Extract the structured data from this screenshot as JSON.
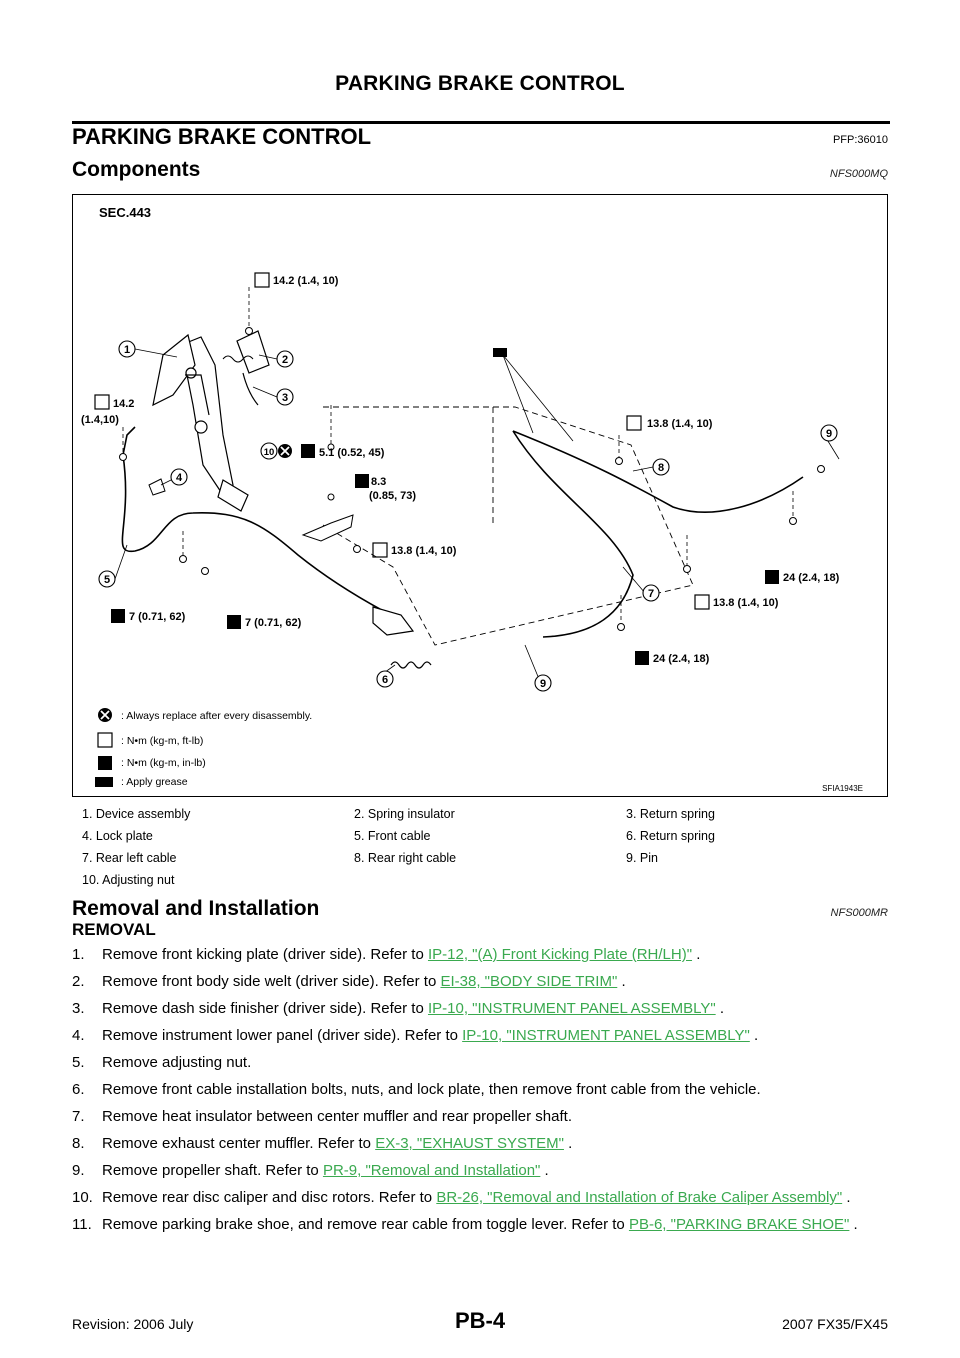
{
  "header": {
    "title": "PARKING BRAKE CONTROL"
  },
  "section": {
    "title": "PARKING BRAKE CONTROL",
    "pfp": "PFP:36010"
  },
  "components": {
    "title": "Components",
    "code": "NFS000MQ",
    "figure": {
      "sec": "SEC.443",
      "fig_id": "SFIA1943E",
      "torques": {
        "t1": "14.2 (1.4, 10)",
        "t2a": "14.2",
        "t2b": "(1.4,10)",
        "t3": "5.1 (0.52, 45)",
        "t4a": "8.3",
        "t4b": "(0.85, 73)",
        "t5": "13.8 (1.4, 10)",
        "t6": "7 (0.71, 62)",
        "t7": "7 (0.71, 62)",
        "t8": "13.8 (1.4, 10)",
        "t9": "24 (2.4, 18)",
        "t10": "13.8 (1.4, 10)",
        "t11": "24 (2.4, 18)"
      },
      "callouts": {
        "c1": "1",
        "c2": "2",
        "c3": "3",
        "c4": "4",
        "c5": "5",
        "c6": "6",
        "c7": "7",
        "c8": "8",
        "c9a": "9",
        "c9b": "9",
        "c10": "10"
      },
      "legend": {
        "replace": ": Always replace after every disassembly.",
        "nm_ftlb": ": N•m  (kg-m,  ft-lb)",
        "nm_inlb": ": N•m  (kg-m,  in-lb)",
        "grease": ": Apply grease"
      }
    },
    "parts": [
      [
        "1.    Device assembly",
        "2.    Spring insulator",
        "3.    Return spring"
      ],
      [
        "4.    Lock plate",
        "5.    Front cable",
        "6.    Return spring"
      ],
      [
        "7.    Rear left cable",
        "8.    Rear right cable",
        "9.    Pin"
      ],
      [
        "10.   Adjusting nut",
        "",
        ""
      ]
    ]
  },
  "removal": {
    "title": "Removal and Installation",
    "code": "NFS000MR",
    "subtitle": "REMOVAL",
    "steps": [
      {
        "num": "1.",
        "text": "Remove front kicking plate (driver side). Refer to ",
        "link": "IP-12, \"(A) Front Kicking Plate (RH/LH)\"",
        "after": " ."
      },
      {
        "num": "2.",
        "text": "Remove front body side welt (driver side). Refer to  ",
        "link": "EI-38, \"BODY SIDE TRIM\"",
        "after": " ."
      },
      {
        "num": "3.",
        "text": "Remove dash side finisher (driver side). Refer to ",
        "link": "IP-10, \"INSTRUMENT PANEL ASSEMBLY\"",
        "after": " ."
      },
      {
        "num": "4.",
        "text": "Remove instrument lower panel (driver side). Refer to ",
        "link": "IP-10, \"INSTRUMENT PANEL ASSEMBLY\"",
        "after": " ."
      },
      {
        "num": "5.",
        "text": "Remove adjusting nut.",
        "link": "",
        "after": ""
      },
      {
        "num": "6.",
        "text": "Remove front cable installation bolts, nuts, and lock plate, then remove front cable from the vehicle.",
        "link": "",
        "after": ""
      },
      {
        "num": "7.",
        "text": "Remove heat insulator between center muffler and rear propeller shaft.",
        "link": "",
        "after": ""
      },
      {
        "num": "8.",
        "text": "Remove exhaust center muffler. Refer to ",
        "link": "EX-3, \"EXHAUST SYSTEM\"",
        "after": " ."
      },
      {
        "num": "9.",
        "text": "Remove propeller shaft. Refer to ",
        "link": "PR-9, \"Removal and Installation\"",
        "after": " ."
      },
      {
        "num": "10.",
        "text": "Remove rear disc caliper and disc rotors. Refer to ",
        "link": "BR-26, \"Removal and Installation of Brake Caliper Assembly\"",
        "after": " ."
      },
      {
        "num": "11.",
        "text": "Remove parking brake shoe, and remove rear cable from toggle lever. Refer to ",
        "link": "PB-6, \"PARKING BRAKE SHOE\"",
        "after": " ."
      }
    ]
  },
  "footer": {
    "revision": "Revision: 2006 July",
    "page": "PB-4",
    "model": "2007 FX35/FX45"
  }
}
